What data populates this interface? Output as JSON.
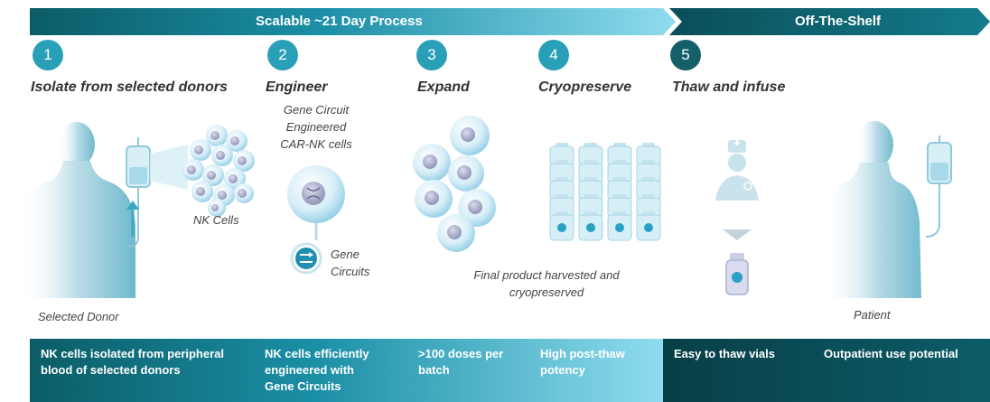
{
  "header": {
    "process_label": "Scalable ~21 Day Process",
    "shelf_label": "Off-The-Shelf"
  },
  "steps": [
    {
      "number": "1",
      "title": "Isolate from selected donors"
    },
    {
      "number": "2",
      "title": "Engineer"
    },
    {
      "number": "3",
      "title": "Expand"
    },
    {
      "number": "4",
      "title": "Cryopreserve"
    },
    {
      "number": "5",
      "title": "Thaw and infuse"
    }
  ],
  "captions": {
    "nk_cells": "NK Cells",
    "car_nk_line1": "Gene Circuit",
    "car_nk_line2": "Engineered",
    "car_nk_line3": "CAR-NK cells",
    "gene_circuits_line1": "Gene",
    "gene_circuits_line2": "Circuits",
    "final_product_line1": "Final product harvested and",
    "final_product_line2": "cryopreserved",
    "selected_donor": "Selected Donor",
    "patient": "Patient"
  },
  "bottom": {
    "b1_line1": "NK cells isolated from peripheral",
    "b1_line2": "blood of selected donors",
    "b2_line1": "NK cells efficiently",
    "b2_line2": "engineered with",
    "b2_line3": "Gene Circuits",
    "b3_line1": ">100 doses per",
    "b3_line2": "batch",
    "b4_line1": "High post-thaw",
    "b4_line2": "potency",
    "b5_line1": "Easy to thaw vials",
    "b6_line1": "Outpatient use potential"
  },
  "colors": {
    "dark_teal": "#0b5c66",
    "mid_teal": "#1d92a8",
    "light_teal": "#8fd9ec",
    "circle_teal": "#2aa0b8",
    "circle_dark": "#155f68"
  }
}
